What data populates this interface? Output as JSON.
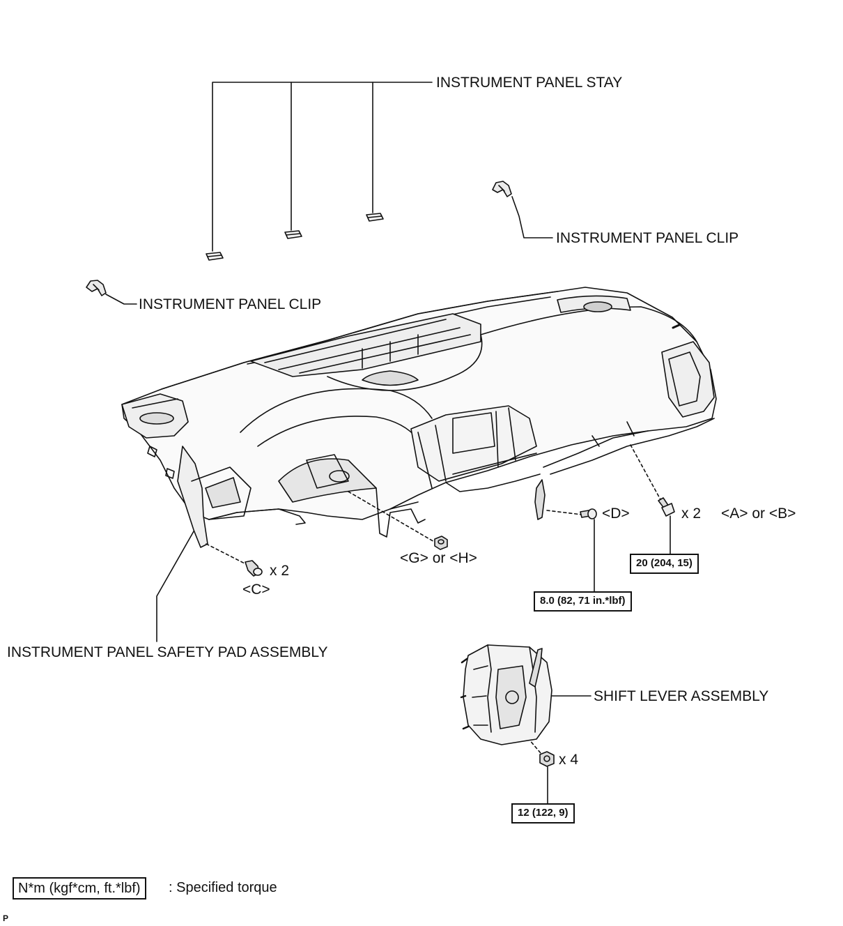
{
  "labels": {
    "panel_stay": "INSTRUMENT PANEL STAY",
    "panel_clip_right": "INSTRUMENT PANEL CLIP",
    "panel_clip_left": "INSTRUMENT PANEL CLIP",
    "safety_pad": "INSTRUMENT PANEL SAFETY PAD ASSEMBLY",
    "shift_lever": "SHIFT LEVER ASSEMBLY"
  },
  "fasteners": {
    "d_label": "<D>",
    "ab_qty": "x 2",
    "ab_label": "<A> or <B>",
    "c_qty": "x 2",
    "c_label": "<C>",
    "gh_label": "<G> or <H>",
    "shift_qty": "x 4"
  },
  "torques": {
    "ab": "20 (204, 15)",
    "d": "8.0 (82, 71 in.*lbf)",
    "shift": "12 (122, 9)"
  },
  "legend": {
    "unit": "N*m (kgf*cm, ft.*lbf)",
    "text": ": Specified torque"
  },
  "corner_mark": "P"
}
